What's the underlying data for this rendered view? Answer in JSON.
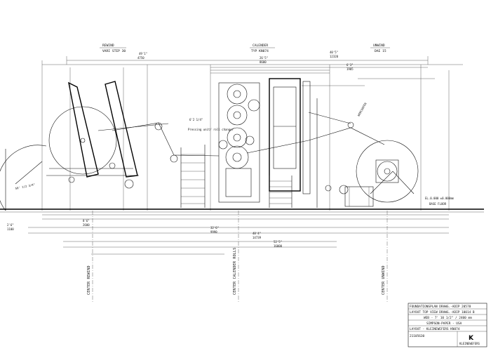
{
  "sections": {
    "rewind": {
      "title": "REWIND",
      "model": "VARI STEP 30"
    },
    "calender": {
      "title": "CALENDER",
      "model": "TYP KN074"
    },
    "unwind": {
      "title": "UNWIND",
      "model": "DAE 15"
    }
  },
  "annotations": {
    "pressing_unit": "Pressing unit/ roll changer",
    "web_center": "WEBCENTER",
    "floor_level": "EL.0.000 ±0.000mm",
    "machine_floor": "BASE FLOOR"
  },
  "center_lines": [
    {
      "label": "CENTER REWIND"
    },
    {
      "label": "CENTER CALENDER ROLLS"
    },
    {
      "label": "CENTER UNWIND"
    }
  ],
  "dimensions_top": [
    "49'1\"",
    "4750",
    "26'5\"",
    "8600",
    "6'3\"",
    "1905",
    "40'5\"",
    "12320"
  ],
  "dimensions_bottom": [
    "2'6\"",
    "1100",
    "8'6\"",
    "2600",
    "32'6\"",
    "9990",
    "48'4\"",
    "14739",
    "52'5\"",
    "16000"
  ],
  "title_block": {
    "rows": [
      "FOUNDATIONSPLAN  DRAWG.-ADIP 20578",
      "LAYOUT  TOP VIEW   DRAWG.-ADIP 10014 B",
      "WEB - 7' 10 1/2\" / 2400 mm",
      "SIMPSON-PAPER - USA",
      "LAYOUT - KLEINEWEFERS KN074"
    ],
    "drawing_no": "21105630",
    "company": "KLEINEWEFERS",
    "logo_letter": "K"
  }
}
